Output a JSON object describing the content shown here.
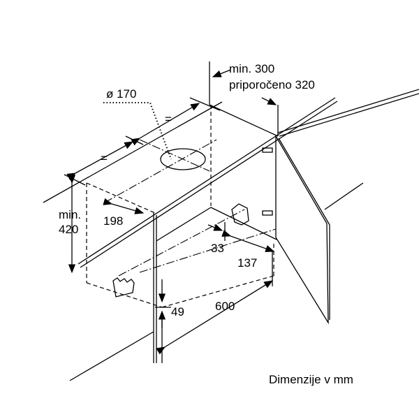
{
  "diagram": {
    "labels": {
      "min_side": "min. 300",
      "recommended_side": "priporočeno 320",
      "duct_diameter": "ø 170",
      "equal_left": "=",
      "equal_right": "=",
      "min_height_line1": "min.",
      "min_height_line2": "420",
      "depth_198": "198",
      "dim_33": "33",
      "dim_137": "137",
      "dim_49": "49",
      "width_600": "600"
    },
    "caption": "Dimenzije v mm"
  }
}
